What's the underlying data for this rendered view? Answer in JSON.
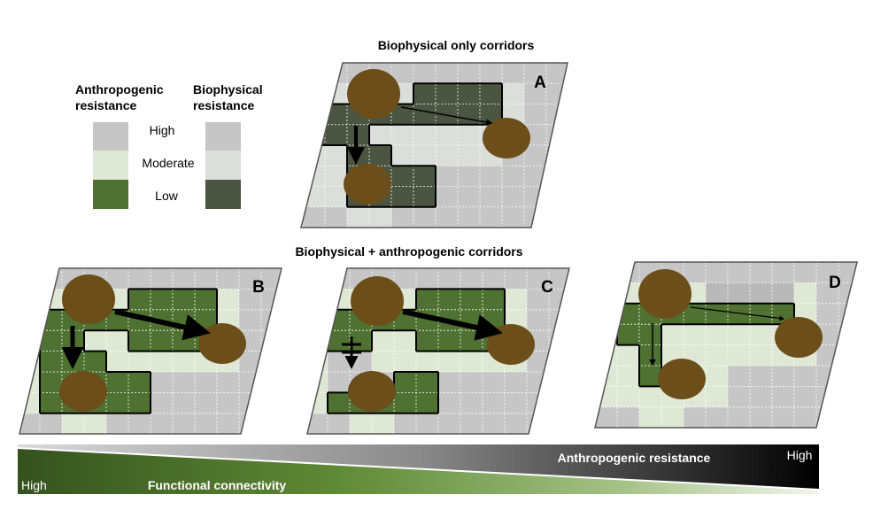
{
  "titles": {
    "top": "Biophysical only corridors",
    "middle": "Biophysical + anthropogenic corridors"
  },
  "legend": {
    "anthropogenic_line1": "Anthropogenic",
    "anthropogenic_line2": "resistance",
    "biophysical_line1": "Biophysical",
    "biophysical_line2": "resistance",
    "levels": [
      "High",
      "Moderate",
      "Low"
    ]
  },
  "panels": {
    "A": "A",
    "B": "B",
    "C": "C",
    "D": "D"
  },
  "gradient_bar": {
    "anthropogenic_label": "Anthropogenic resistance",
    "anthropogenic_high": "High",
    "connectivity_label": "Functional connectivity",
    "connectivity_high": "High"
  },
  "colors": {
    "high": "#c6c6c6",
    "moderate_anthro": "#dfe8d4",
    "low_anthro": "#4f7131",
    "moderate_bio": "#dcdedb",
    "low_bio": "#4b5541",
    "patch": "#6b4e19"
  }
}
